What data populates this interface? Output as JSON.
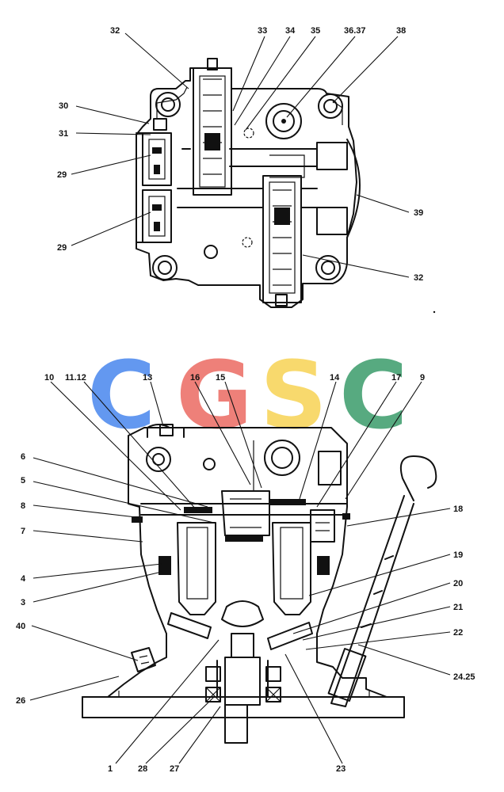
{
  "watermark": {
    "letters": [
      "C",
      "G",
      "S",
      "C"
    ],
    "colors": [
      "#5b93f0",
      "#ee7a72",
      "#f8d866",
      "#4fa67a"
    ]
  },
  "top_view": {
    "callouts": {
      "c32a": "32",
      "c33": "33",
      "c34": "34",
      "c35": "35",
      "c3637": "36.37",
      "c38": "38",
      "c30": "30",
      "c31": "31",
      "c29a": "29",
      "c29b": "29",
      "c39": "39",
      "c32b": "32"
    }
  },
  "bottom_view": {
    "callouts": {
      "c10": "10",
      "c1112": "11.12",
      "c13": "13",
      "c16": "16",
      "c15": "15",
      "c14": "14",
      "c17": "17",
      "c9": "9",
      "c6": "6",
      "c5": "5",
      "c8": "8",
      "c18": "18",
      "c7": "7",
      "c4": "4",
      "c19": "19",
      "c3": "3",
      "c20": "20",
      "c21": "21",
      "c40": "40",
      "c22": "22",
      "c2425": "24.25",
      "c26": "26",
      "c1": "1",
      "c28": "28",
      "c27": "27",
      "c23": "23"
    }
  }
}
